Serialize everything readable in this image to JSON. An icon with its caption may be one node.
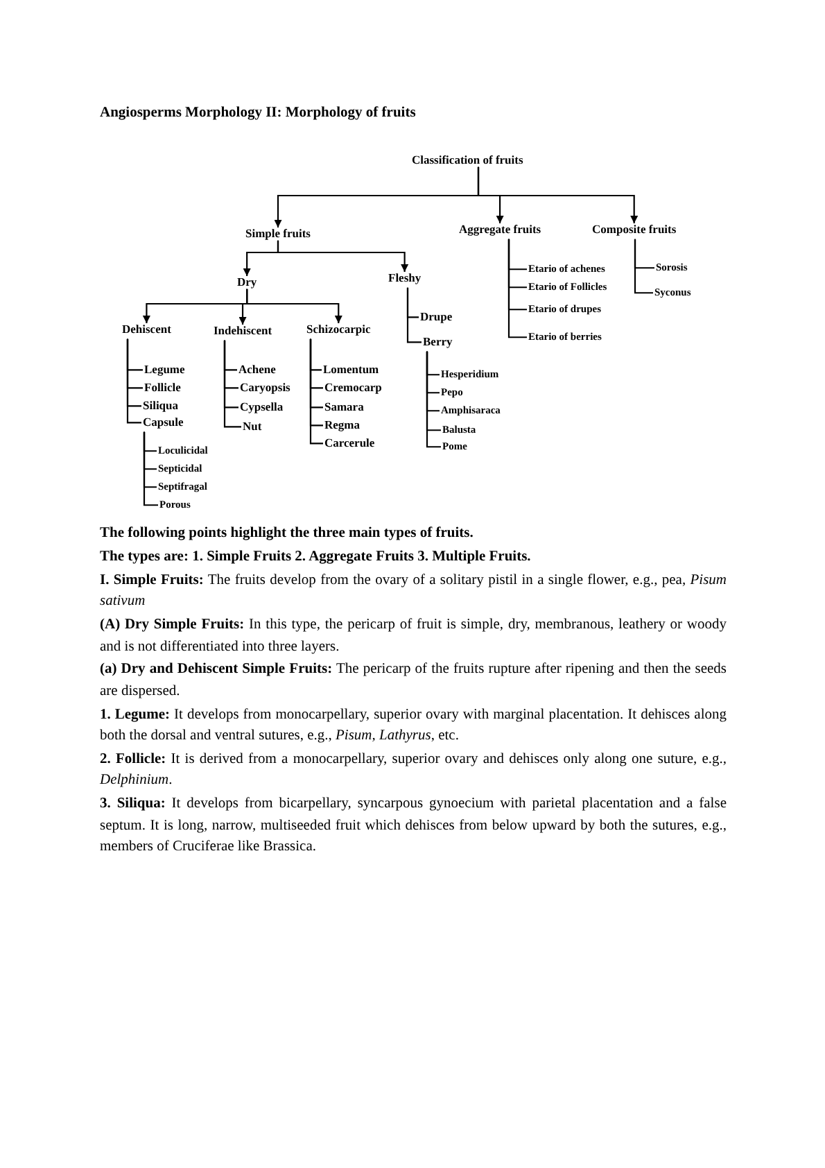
{
  "diagram": {
    "title": "Angiosperms Morphology II: Morphology of fruits",
    "nodes": [
      {
        "text": [
          "Classification of fruits"
        ]
      },
      {
        "text": [
          "Simple fruits"
        ]
      },
      {
        "text": [
          "Aggregate fruits"
        ]
      },
      {
        "text": [
          "Composite fruits"
        ]
      },
      {
        "text": [
          "Dry"
        ]
      },
      {
        "text": [
          "Fleshy"
        ]
      },
      {
        "text": [
          "Dehiscent"
        ]
      },
      {
        "text": [
          "Indehiscent"
        ]
      },
      {
        "text": [
          "Schizocarpic"
        ]
      },
      {
        "text": [
          "Legume"
        ]
      },
      {
        "text": [
          "Follicle"
        ]
      },
      {
        "text": [
          "Siliqua"
        ]
      },
      {
        "text": [
          "Capsule"
        ]
      },
      {
        "text": [
          "Loculicidal"
        ]
      },
      {
        "text": [
          "Septicidal"
        ]
      },
      {
        "text": [
          "Septifragal"
        ]
      },
      {
        "text": [
          "Porous"
        ]
      },
      {
        "text": [
          "Achene"
        ]
      },
      {
        "text": [
          "Caryopsis"
        ]
      },
      {
        "text": [
          "Cypsella"
        ]
      },
      {
        "text": [
          "Nut"
        ]
      },
      {
        "text": [
          "Lomentum"
        ]
      },
      {
        "text": [
          "Cremocarp"
        ]
      },
      {
        "text": [
          "Samara"
        ]
      },
      {
        "text": [
          "Regma"
        ]
      },
      {
        "text": [
          "Carcerule"
        ]
      },
      {
        "text": [
          "Drupe"
        ]
      },
      {
        "text": [
          "Berry"
        ]
      },
      {
        "text": [
          "Hesperidium"
        ]
      },
      {
        "text": [
          "Pepo"
        ]
      },
      {
        "text": [
          "Amphisaraca"
        ]
      },
      {
        "text": [
          "Balusta"
        ]
      },
      {
        "text": [
          "Pome"
        ]
      },
      {
        "text": [
          "Etario of achenes"
        ]
      },
      {
        "text": [
          "Etario of Follicles"
        ]
      },
      {
        "text": [
          "Etario of drupes"
        ]
      },
      {
        "text": [
          "Etario of berries"
        ]
      },
      {
        "text": [
          "Sorosis"
        ]
      },
      {
        "text": [
          "Syconus"
        ]
      }
    ],
    "edges": [
      {
        "from": 0,
        "to": 1,
        "arrow": "to"
      },
      {
        "from": 0,
        "to": 2,
        "arrow": "to"
      },
      {
        "from": 0,
        "to": 3,
        "arrow": "to"
      },
      {
        "from": 1,
        "to": 4,
        "arrow": "to"
      },
      {
        "from": 1,
        "to": 5,
        "arrow": "to"
      },
      {
        "from": 4,
        "to": 6,
        "arrow": "to"
      },
      {
        "from": 4,
        "to": 7,
        "arrow": "to"
      },
      {
        "from": 4,
        "to": 8,
        "arrow": "to"
      },
      {
        "from": 6,
        "to": 9,
        "arrow": "none"
      },
      {
        "from": 6,
        "to": 10,
        "arrow": "none"
      },
      {
        "from": 6,
        "to": 11,
        "arrow": "none"
      },
      {
        "from": 6,
        "to": 12,
        "arrow": "none"
      },
      {
        "from": 12,
        "to": 13,
        "arrow": "none"
      },
      {
        "from": 12,
        "to": 14,
        "arrow": "none"
      },
      {
        "from": 12,
        "to": 15,
        "arrow": "none"
      },
      {
        "from": 12,
        "to": 16,
        "arrow": "none"
      },
      {
        "from": 7,
        "to": 17,
        "arrow": "none"
      },
      {
        "from": 7,
        "to": 18,
        "arrow": "none"
      },
      {
        "from": 7,
        "to": 19,
        "arrow": "none"
      },
      {
        "from": 7,
        "to": 20,
        "arrow": "none"
      },
      {
        "from": 8,
        "to": 21,
        "arrow": "none"
      },
      {
        "from": 8,
        "to": 22,
        "arrow": "none"
      },
      {
        "from": 8,
        "to": 23,
        "arrow": "none"
      },
      {
        "from": 8,
        "to": 24,
        "arrow": "none"
      },
      {
        "from": 8,
        "to": 25,
        "arrow": "none"
      },
      {
        "from": 5,
        "to": 26,
        "arrow": "none"
      },
      {
        "from": 5,
        "to": 27,
        "arrow": "none"
      },
      {
        "from": 27,
        "to": 28,
        "arrow": "none"
      },
      {
        "from": 27,
        "to": 29,
        "arrow": "none"
      },
      {
        "from": 27,
        "to": 30,
        "arrow": "none"
      },
      {
        "from": 27,
        "to": 31,
        "arrow": "none"
      },
      {
        "from": 27,
        "to": 32,
        "arrow": "none"
      },
      {
        "from": 2,
        "to": 33,
        "arrow": "none"
      },
      {
        "from": 2,
        "to": 34,
        "arrow": "none"
      },
      {
        "from": 2,
        "to": 35,
        "arrow": "none"
      },
      {
        "from": 2,
        "to": 36,
        "arrow": "none"
      },
      {
        "from": 3,
        "to": 37,
        "arrow": "none"
      },
      {
        "from": 3,
        "to": 38,
        "arrow": "none"
      }
    ],
    "labels": [
      "The following points highlight the three main types of fruits.",
      "The types are: 1. Simple Fruits 2. Aggregate Fruits 3. Multiple Fruits.",
      "**I. Simple Fruits:** The fruits develop from the ovary of a solitary pistil in a single flower, e.g., pea, *Pisum sativum*",
      "**(A) Dry Simple Fruits:** In this type, the pericarp of fruit is simple, dry, membranous, leathery or woody and is not differentiated into three layers.",
      "**(a) Dry and Dehiscent Simple Fruits:** The pericarp of the fruits rupture after ripening and then the seeds are dispersed.",
      "**1. Legume:** It develops from monocarpellary, superior ovary with marginal placentation. It dehisces along both the dorsal and ventral sutures, e.g., *Pisum, Lathyrus*, etc.",
      "**2. Follicle:** It is derived from a monocarpellary, superior ovary and dehisces only along one suture, e.g., *Delphinium*.",
      "**3. Siliqua:** It develops from bicarpellary, syncarpous gynoecium with parietal placentation and a false septum. It is long, narrow, multiseeded fruit which dehisces from below upward by both the sutures, e.g., members of Cruciferae like Brassica."
    ]
  }
}
